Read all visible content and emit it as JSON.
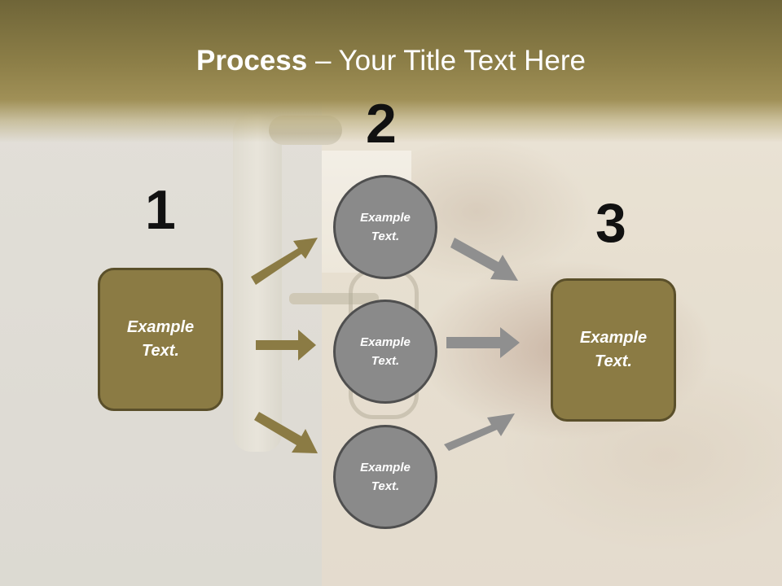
{
  "slide": {
    "title_bold": "Process",
    "title_rest": " – Your Title Text Here",
    "steps": [
      {
        "number": "1"
      },
      {
        "number": "2"
      },
      {
        "number": "3"
      }
    ],
    "left_box": {
      "text": "Example Text."
    },
    "circles": [
      {
        "text": "Example Text."
      },
      {
        "text": "Example Text."
      },
      {
        "text": "Example Text."
      }
    ],
    "right_box": {
      "text": "Example Text."
    }
  },
  "colors": {
    "box_fill": "#8b7b44",
    "box_border": "#5a4f2a",
    "circle_fill": "#8a8a8a",
    "circle_border": "#4f4f4f",
    "arrow_gold": "#8b7b44",
    "arrow_gray": "#8f8f8f",
    "title_band": "#8d7f48"
  }
}
